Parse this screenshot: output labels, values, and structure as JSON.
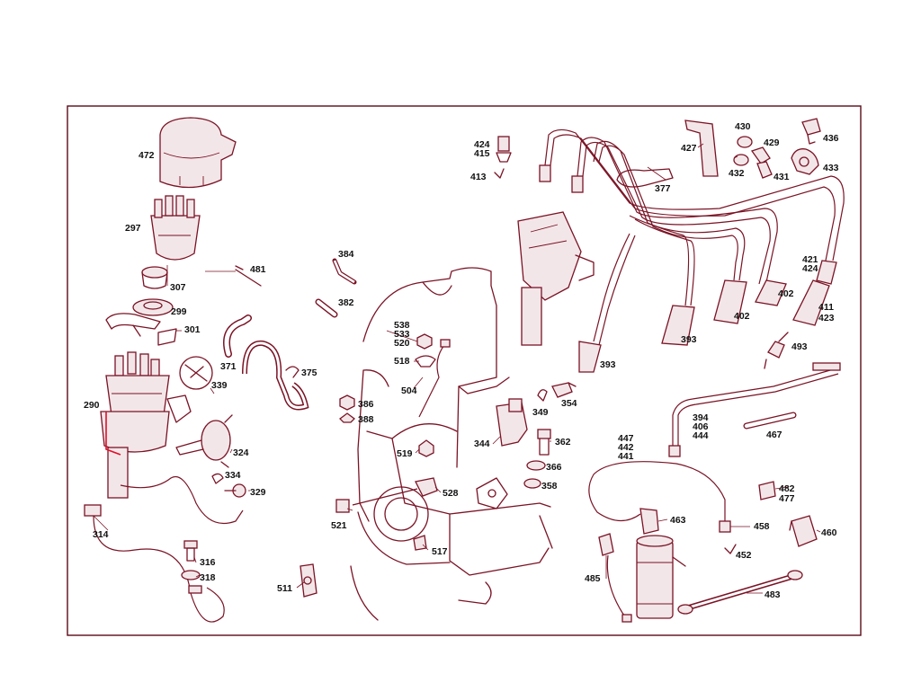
{
  "diagram": {
    "accent_color": "#7a1325",
    "highlight_color": "#e0102a",
    "callouts": [
      {
        "id": "c472",
        "text": "472"
      },
      {
        "id": "c297",
        "text": "297"
      },
      {
        "id": "c307",
        "text": "307"
      },
      {
        "id": "c299",
        "text": "299"
      },
      {
        "id": "c301",
        "text": "301"
      },
      {
        "id": "c339",
        "text": "339"
      },
      {
        "id": "c290",
        "text": "290"
      },
      {
        "id": "c324",
        "text": "324"
      },
      {
        "id": "c334",
        "text": "334"
      },
      {
        "id": "c329",
        "text": "329"
      },
      {
        "id": "c314",
        "text": "314"
      },
      {
        "id": "c316",
        "text": "316"
      },
      {
        "id": "c318",
        "text": "318"
      },
      {
        "id": "c481",
        "text": "481"
      },
      {
        "id": "c384",
        "text": "384"
      },
      {
        "id": "c382",
        "text": "382"
      },
      {
        "id": "c371",
        "text": "371"
      },
      {
        "id": "c375",
        "text": "375"
      },
      {
        "id": "c386",
        "text": "386"
      },
      {
        "id": "c388",
        "text": "388"
      },
      {
        "id": "c538",
        "text": "538"
      },
      {
        "id": "c533",
        "text": "533"
      },
      {
        "id": "c520",
        "text": "520"
      },
      {
        "id": "c518",
        "text": "518"
      },
      {
        "id": "c504",
        "text": "504"
      },
      {
        "id": "c519",
        "text": "519"
      },
      {
        "id": "c344",
        "text": "344"
      },
      {
        "id": "c362",
        "text": "362"
      },
      {
        "id": "c366",
        "text": "366"
      },
      {
        "id": "c358",
        "text": "358"
      },
      {
        "id": "c528",
        "text": "528"
      },
      {
        "id": "c521",
        "text": "521"
      },
      {
        "id": "c517",
        "text": "517"
      },
      {
        "id": "c511",
        "text": "511"
      },
      {
        "id": "c424a",
        "text": "424"
      },
      {
        "id": "c415",
        "text": "415"
      },
      {
        "id": "c413",
        "text": "413"
      },
      {
        "id": "c377",
        "text": "377"
      },
      {
        "id": "c427",
        "text": "427"
      },
      {
        "id": "c430",
        "text": "430"
      },
      {
        "id": "c429",
        "text": "429"
      },
      {
        "id": "c432",
        "text": "432"
      },
      {
        "id": "c431",
        "text": "431"
      },
      {
        "id": "c436",
        "text": "436"
      },
      {
        "id": "c433",
        "text": "433"
      },
      {
        "id": "c421",
        "text": "421"
      },
      {
        "id": "c424b",
        "text": "424"
      },
      {
        "id": "c402a",
        "text": "402"
      },
      {
        "id": "c402b",
        "text": "402"
      },
      {
        "id": "c411",
        "text": "411"
      },
      {
        "id": "c423",
        "text": "423"
      },
      {
        "id": "c393a",
        "text": "393"
      },
      {
        "id": "c393b",
        "text": "393"
      },
      {
        "id": "c493",
        "text": "493"
      },
      {
        "id": "c349",
        "text": "349"
      },
      {
        "id": "c354",
        "text": "354"
      },
      {
        "id": "c394",
        "text": "394"
      },
      {
        "id": "c406",
        "text": "406"
      },
      {
        "id": "c444",
        "text": "444"
      },
      {
        "id": "c467",
        "text": "467"
      },
      {
        "id": "c447",
        "text": "447"
      },
      {
        "id": "c442",
        "text": "442"
      },
      {
        "id": "c441",
        "text": "441"
      },
      {
        "id": "c482",
        "text": "482"
      },
      {
        "id": "c477",
        "text": "477"
      },
      {
        "id": "c463",
        "text": "463"
      },
      {
        "id": "c458",
        "text": "458"
      },
      {
        "id": "c460",
        "text": "460"
      },
      {
        "id": "c452",
        "text": "452"
      },
      {
        "id": "c485",
        "text": "485"
      },
      {
        "id": "c483",
        "text": "483"
      }
    ]
  }
}
